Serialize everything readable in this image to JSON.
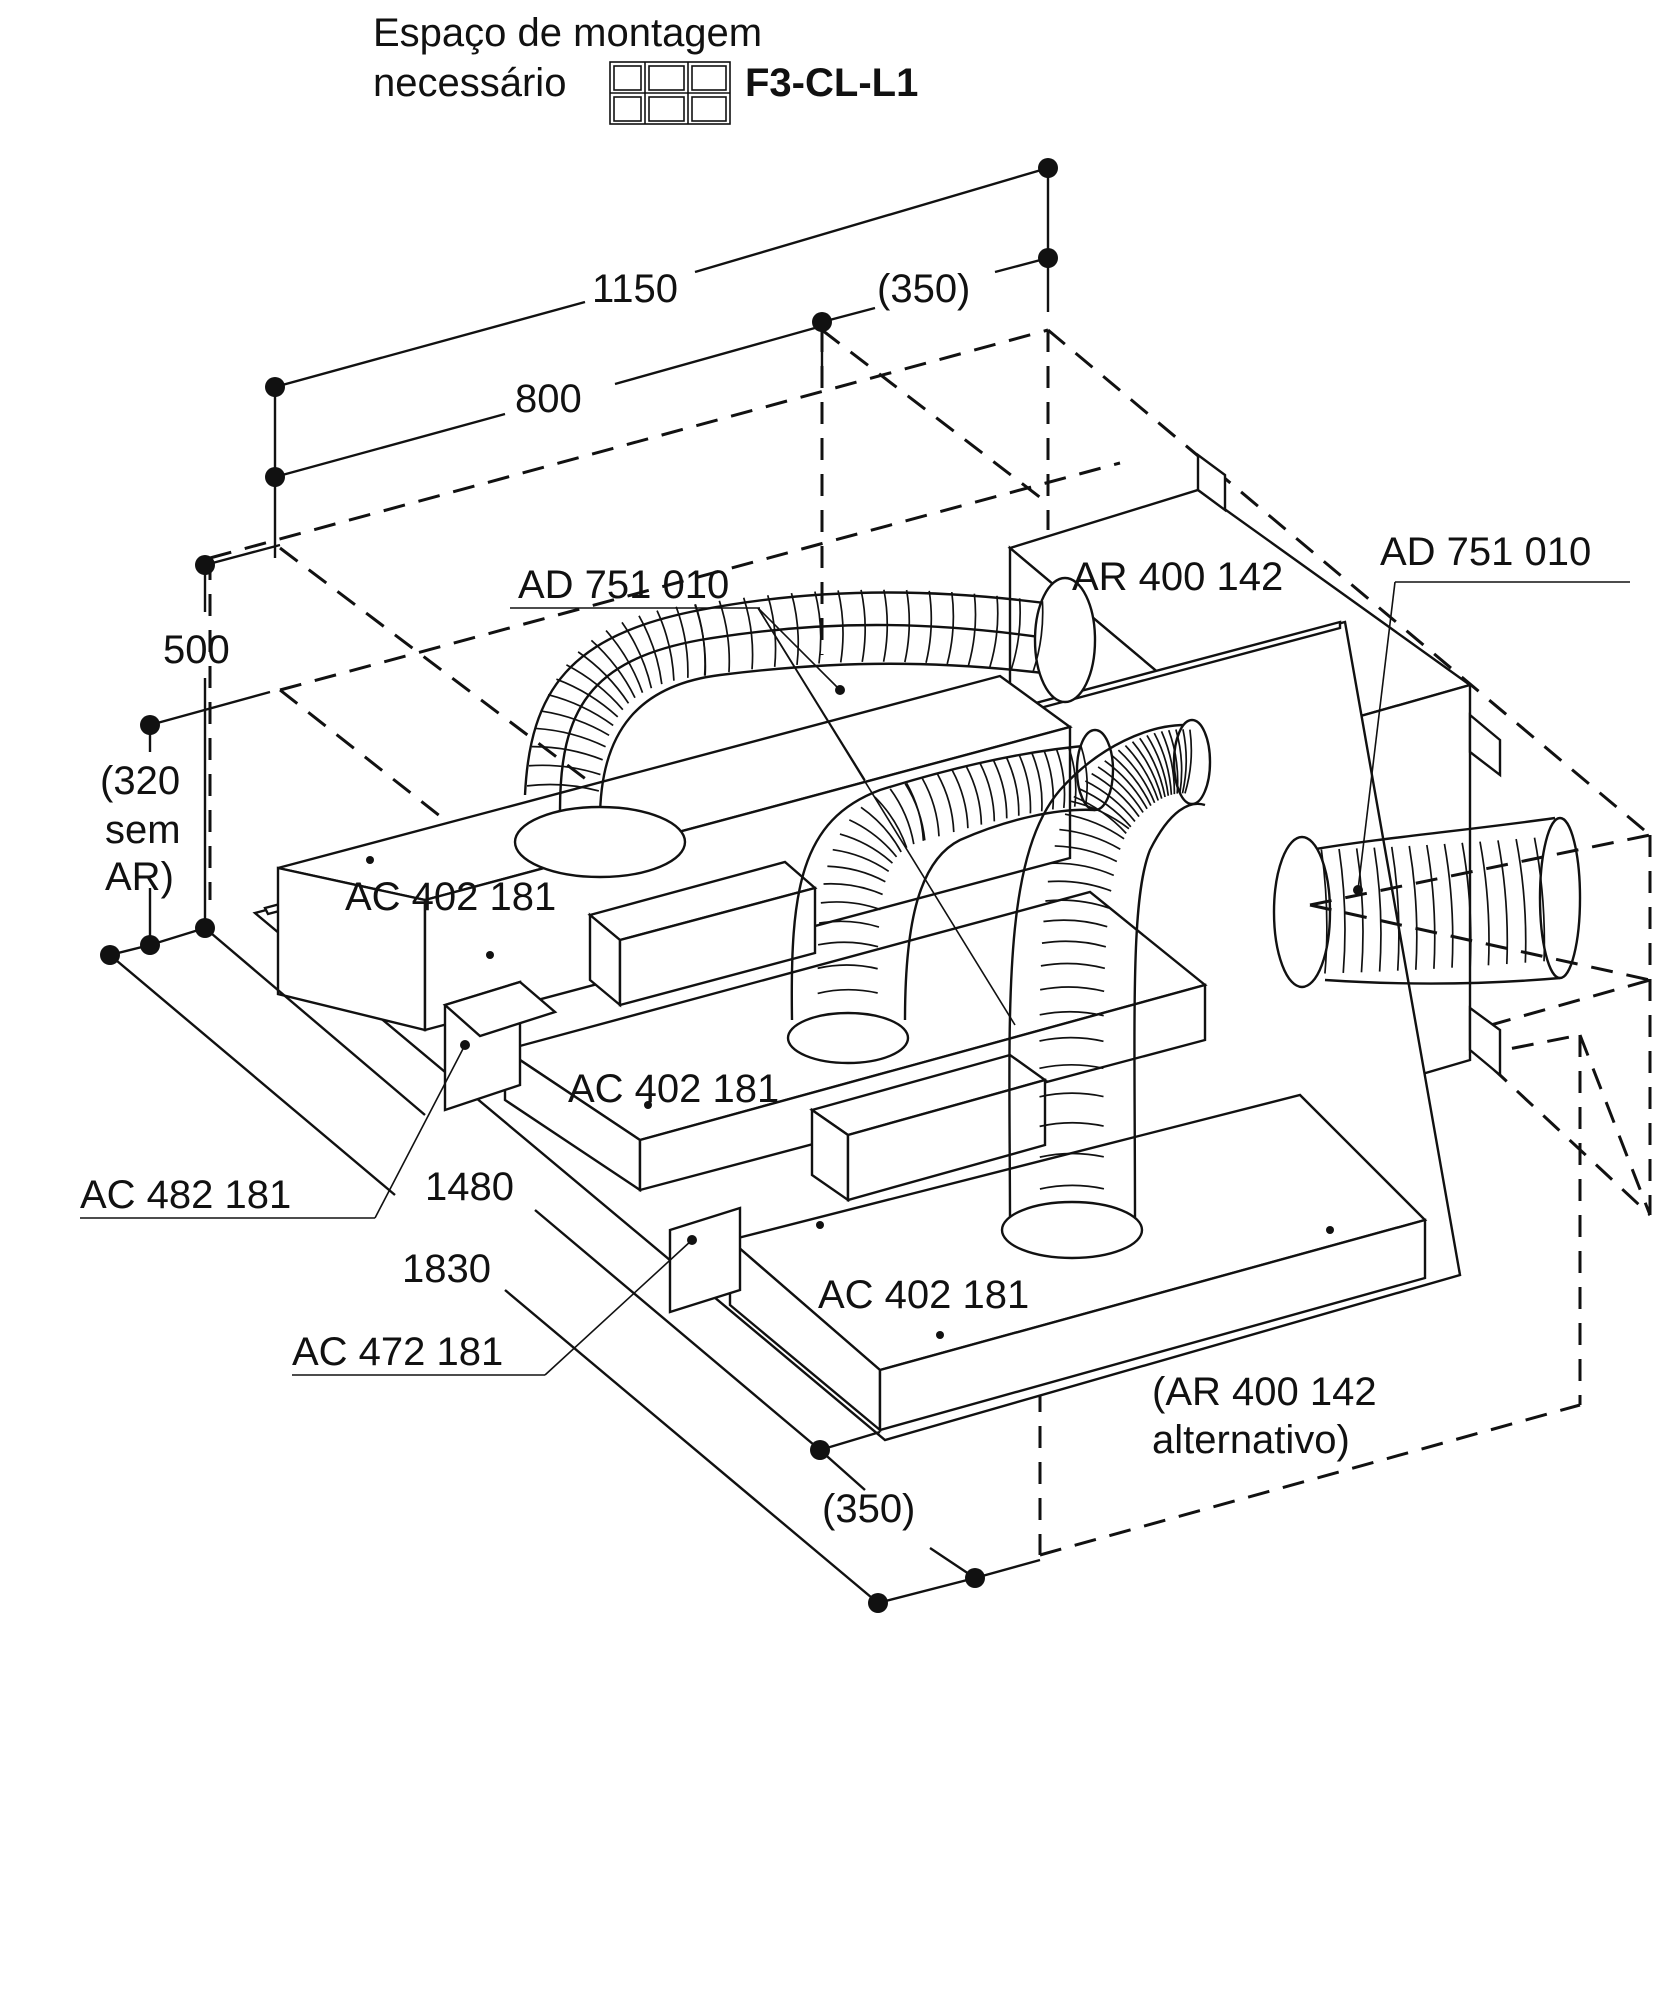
{
  "header": {
    "line1": "Espaço de montagem",
    "line2": "necessário",
    "model": "F3-CL-L1"
  },
  "dimensions": {
    "d1150": "1150",
    "d350_top": "(350)",
    "d800": "800",
    "d500": "500",
    "d320_l1": "(320",
    "d320_l2": "sem",
    "d320_l3": "AR)",
    "d1480": "1480",
    "d1830": "1830",
    "d350_bottom": "(350)"
  },
  "parts": {
    "ad_left": "AD 751 010",
    "ad_right": "AD 751 010",
    "ar_top": "AR 400 142",
    "ac402_1": "AC 402 181",
    "ac402_2": "AC 402 181",
    "ac402_3": "AC 402 181",
    "ac482": "AC 482 181",
    "ac472": "AC 472 181",
    "ar_alt_l1": "(AR 400 142",
    "ar_alt_l2": "alternativo)"
  },
  "colors": {
    "ink": "#111111",
    "background": "#ffffff"
  }
}
